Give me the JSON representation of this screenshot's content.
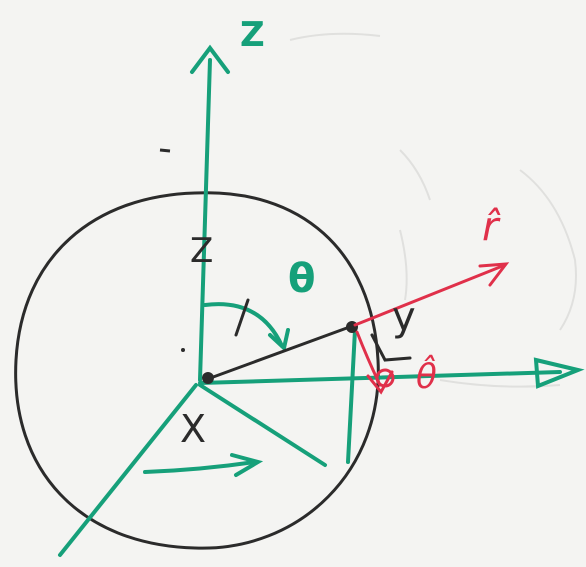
{
  "diagram": {
    "labels": {
      "z_axis": "Z",
      "x_axis": "X",
      "y_axis": "y",
      "z_near_origin": "Z",
      "theta": "θ",
      "r_hat": "r̂",
      "theta_hat": "θ̂"
    },
    "colors": {
      "axis": "#16a07a",
      "ink": "#2b2b2b",
      "accent": "#e0304a",
      "paper": "#f4f4f2"
    }
  }
}
